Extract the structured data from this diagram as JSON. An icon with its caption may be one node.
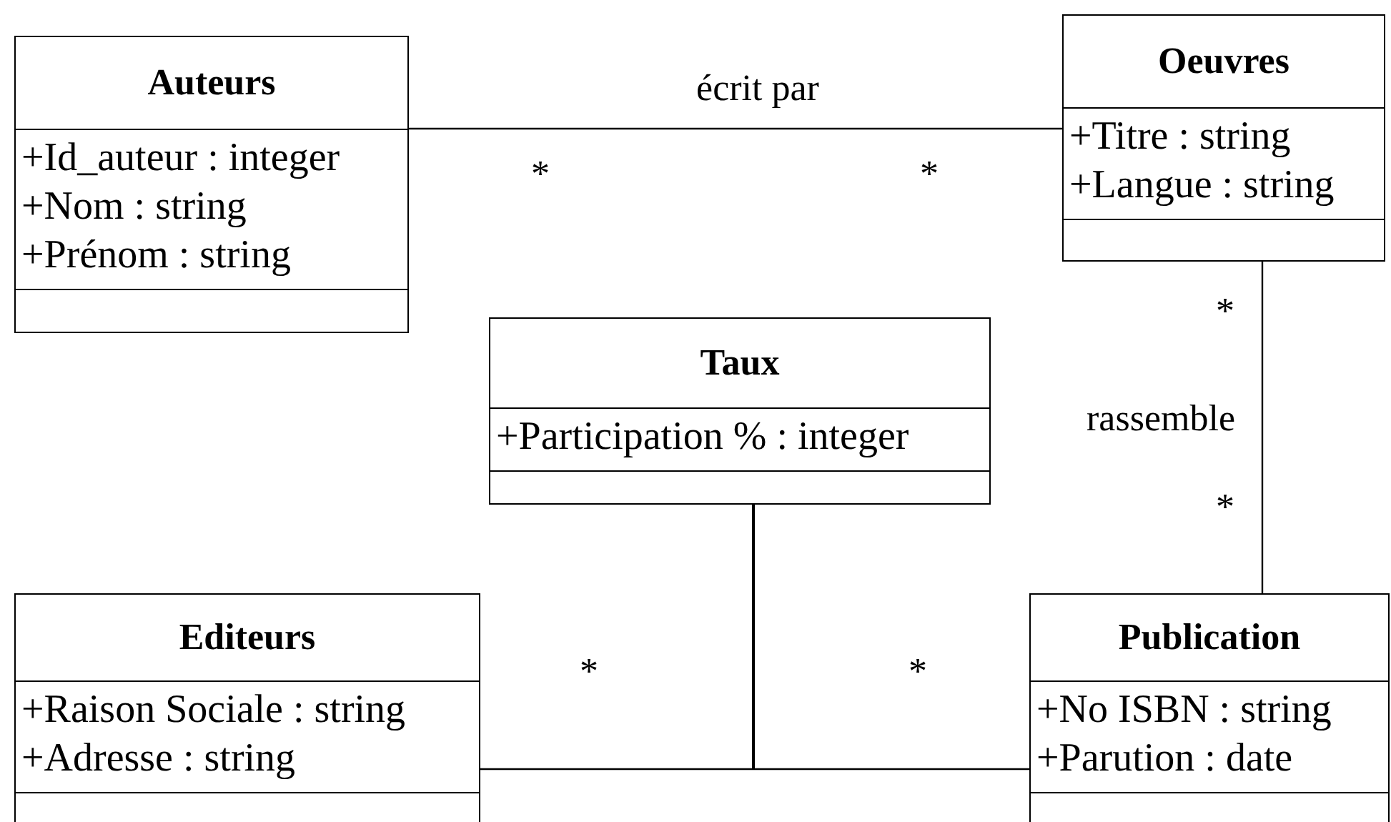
{
  "diagram": {
    "nodes": [
      {
        "text": [
          "Auteurs",
          "+Id_auteur : integer",
          "+Nom : string",
          "+Prénom : string"
        ]
      },
      {
        "text": [
          "Oeuvres",
          "+Titre : string",
          "+Langue : string"
        ]
      },
      {
        "text": [
          "Taux",
          "+Participation % : integer"
        ]
      },
      {
        "text": [
          "Editeurs",
          "+Raison Sociale : string",
          "+Adresse : string"
        ]
      },
      {
        "text": [
          "Publication",
          "+No ISBN : string",
          "+Parution : date"
        ]
      }
    ],
    "edges": [
      {
        "from": 0,
        "to": 1,
        "arrow": "none",
        "label": "écrit par"
      },
      {
        "from": 1,
        "to": 4,
        "arrow": "none",
        "label": "rassemble"
      },
      {
        "from": 3,
        "to": 4,
        "arrow": "none"
      },
      {
        "from": 2,
        "to": null,
        "arrow": "none"
      }
    ],
    "labels": [
      "*",
      "*",
      "*",
      "*",
      "*",
      "*"
    ]
  }
}
